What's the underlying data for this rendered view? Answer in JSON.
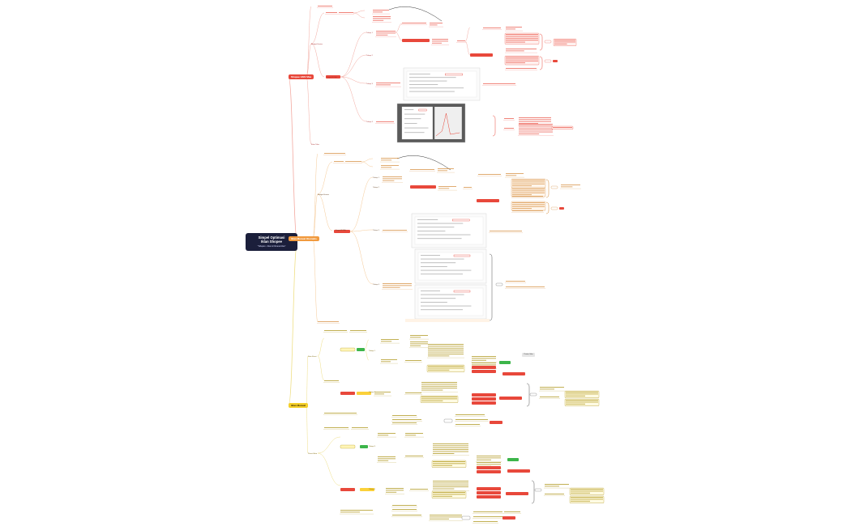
{
  "root": {
    "title_line1": "Simpel Optimasi",
    "title_line2": "Iklan Shopee",
    "subtitle": "\"Tahapan - Iklan & Dimana Iklan\""
  },
  "branches": [
    {
      "label": "Shopee GMV Max",
      "color": "#e8483b"
    },
    {
      "label": "Iklan Manual Otomatis",
      "color": "#f19a3e"
    },
    {
      "label": "Iklan Manual",
      "color": "#f4cf2a"
    }
  ],
  "labels": {
    "b1_budget": "Budget Harian",
    "b1_roas": "Target ROAS",
    "b1_step1": "Tahap 1",
    "b1_step2": "Tahap 2",
    "b1_step3": "Tahap 3",
    "b1_step4": "Tahap 4",
    "b1_ads": "Iklan Toko",
    "b2_budget": "Budget Harian",
    "b2_roas": "Target ROAS",
    "b2_step1": "Tahap 1",
    "b2_step2": "Tahap 2",
    "b2_step3": "Tahap 3",
    "b2_step4": "Tahap 4",
    "b3_keyword": "Kata Kunci",
    "b3_rank": "Posisi Iklan",
    "b3_step1": "Tahap 1",
    "b3_step2": "Tahap 2",
    "b3_step3": "Tahap 3",
    "b3_step4": "Tahap 4",
    "legend": "Pantau Iklan"
  },
  "colors": {
    "root": "#1b1f3b",
    "red": "#e8483b",
    "orange": "#f19a3e",
    "yellow": "#f4cf2a",
    "green": "#3cb54a",
    "line_red": "#f3a9a0",
    "line_orange": "#f6c995",
    "line_yellow": "#efdf86"
  }
}
